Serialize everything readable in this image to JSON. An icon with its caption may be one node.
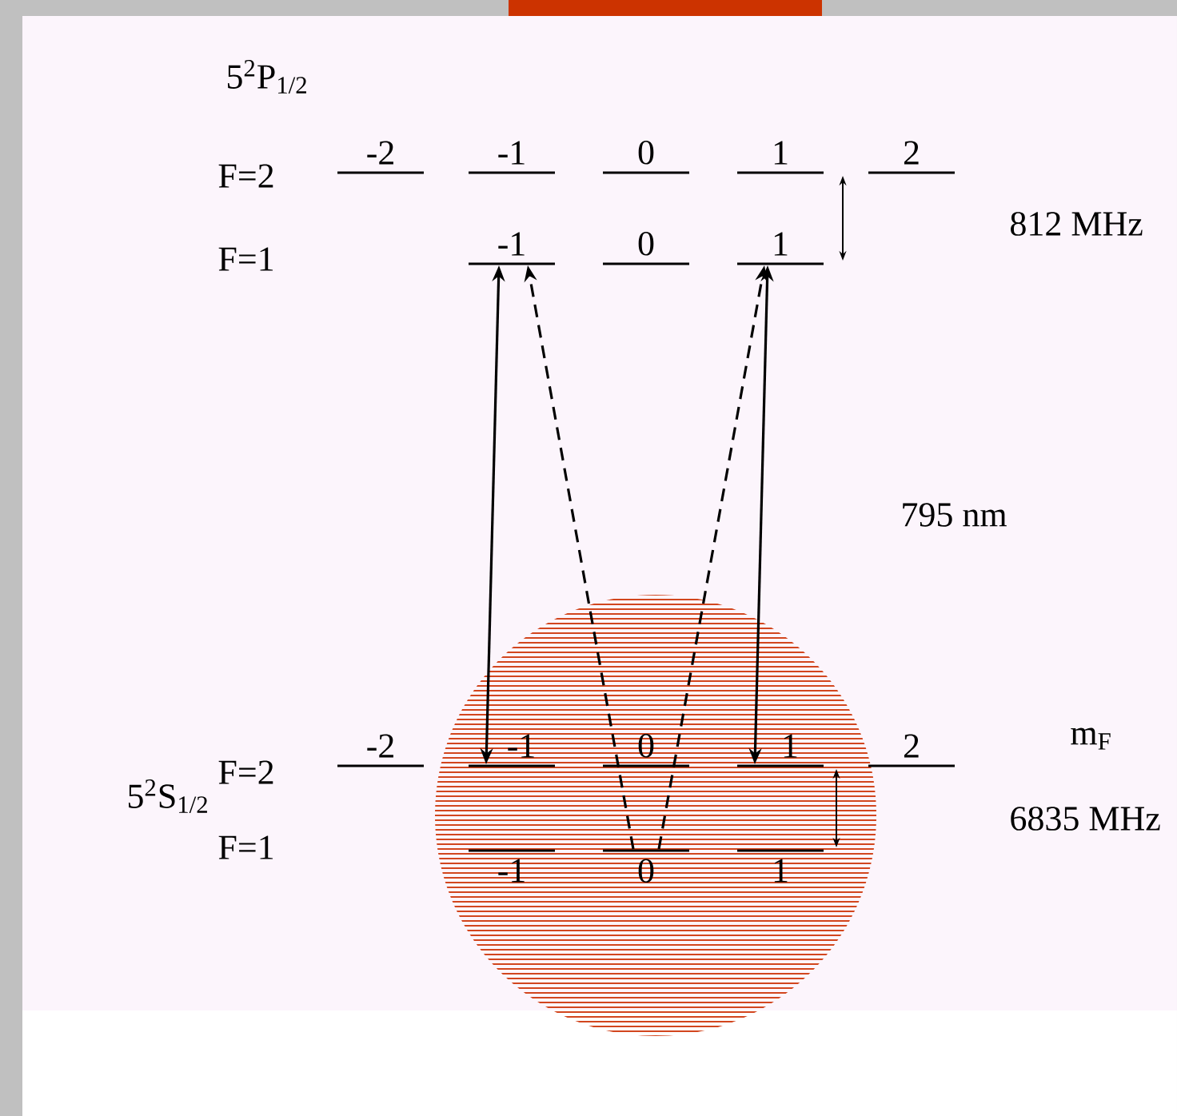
{
  "diagram": {
    "nodes": [
      {
        "text": [
          "-2"
        ]
      },
      {
        "text": [
          "-1"
        ]
      },
      {
        "text": [
          "0"
        ]
      },
      {
        "text": [
          "1"
        ]
      },
      {
        "text": [
          "2"
        ]
      },
      {
        "text": [
          "-1"
        ]
      },
      {
        "text": [
          "0"
        ]
      },
      {
        "text": [
          "1"
        ]
      },
      {
        "text": [
          "-2"
        ]
      },
      {
        "text": [
          "-1"
        ]
      },
      {
        "text": [
          "0"
        ]
      },
      {
        "text": [
          "1"
        ]
      },
      {
        "text": [
          "2"
        ]
      },
      {
        "text": [
          "-1"
        ]
      },
      {
        "text": [
          "0"
        ]
      },
      {
        "text": [
          "1"
        ]
      }
    ],
    "edges": [
      {
        "from": 9,
        "to": 5,
        "arrow": "both"
      },
      {
        "from": 14,
        "to": 5,
        "arrow": "to",
        "style": "dashed"
      },
      {
        "from": 14,
        "to": 7,
        "arrow": "to",
        "style": "dashed"
      },
      {
        "from": 11,
        "to": 7,
        "arrow": "both"
      }
    ],
    "labels": [
      "5$^{2}$P$_{1/2}$",
      "F=2",
      "F=1",
      "812 MHz",
      "795 nm",
      "F=2",
      "m$_{F}$",
      "5$^{2}$S$_{1/2}$",
      "F=1",
      "6835 MHz"
    ]
  }
}
